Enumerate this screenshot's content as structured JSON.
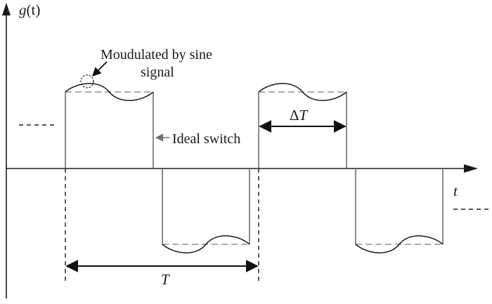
{
  "axes": {
    "y_label_g": "g",
    "y_label_arg": "(t)",
    "x_label": "t"
  },
  "annotations": {
    "modulation_line1": "Moudulated by sine",
    "modulation_line2": "signal",
    "ideal_switch": "Ideal switch",
    "delta_symbol": "Δ",
    "delta_T": "T",
    "period": "T"
  },
  "colors": {
    "axis": "#1a1a1a",
    "waveform": "#6e6e6e",
    "dashed": "#7a7a7a",
    "text": "#1a1a1a"
  }
}
